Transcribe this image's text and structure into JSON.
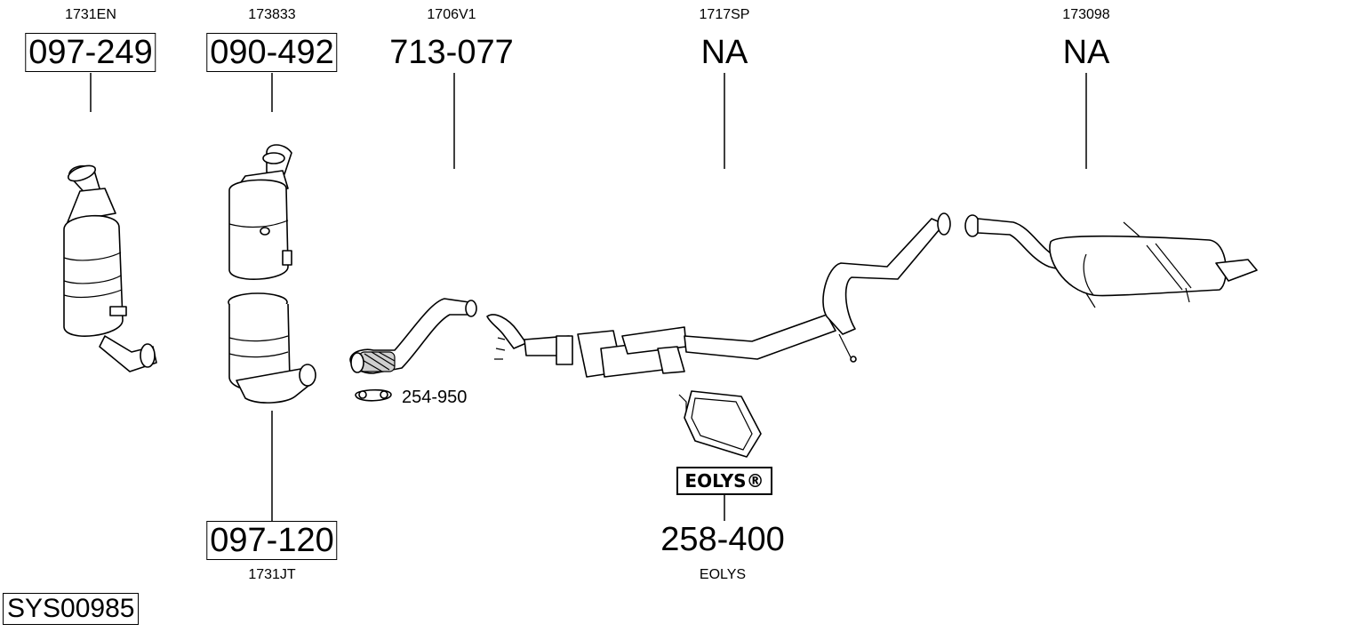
{
  "parts": [
    {
      "oem": "1731EN",
      "number": "097-249",
      "boxed": true
    },
    {
      "oem": "173833",
      "number": "090-492",
      "boxed": true
    },
    {
      "oem": "1706V1",
      "number": "713-077",
      "boxed": false
    },
    {
      "oem": "1717SP",
      "number": "NA",
      "boxed": false
    },
    {
      "oem": "173098",
      "number": "NA",
      "boxed": false
    }
  ],
  "bottom_parts": [
    {
      "oem": "1731JT",
      "number": "097-120",
      "boxed": true
    },
    {
      "oem": "EOLYS",
      "number": "258-400",
      "boxed": false
    }
  ],
  "clamp": {
    "number": "254-950"
  },
  "eolys_badge": "EOLYS®",
  "system_id": "SYS00985"
}
